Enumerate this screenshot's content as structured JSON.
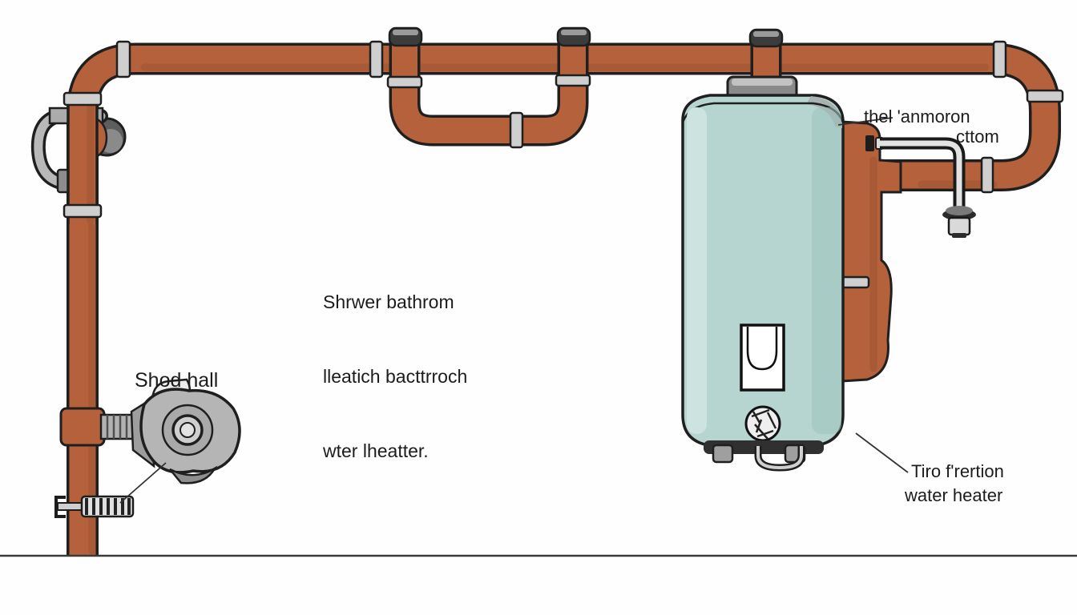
{
  "diagram": {
    "title_hint": "plumbing water heater diagram",
    "labels": {
      "center_note_line1": "Shrwer bathrom",
      "center_note_line2": "lleatich bacttrroch",
      "center_note_line3": "wter lheatter.",
      "valve_label": "Shod hall",
      "top_right_line1": "thel 'anmoron",
      "top_right_line2": "cttom",
      "bottom_right_line1": "Tiro f'rertion",
      "bottom_right_line2": "water heater"
    },
    "icons": {
      "tank": "water-heater-tank",
      "valve": "shower-valve",
      "loop": "heat-trap-pipe-loop",
      "drain": "tpr-drain-pipe"
    },
    "colors": {
      "pipe": "#b5613b",
      "pipe_shade": "#9a4f2e",
      "outline": "#1f1f1f",
      "tank": "#b6d5d1",
      "tank_highlight": "#cde3df",
      "tank_shade": "#9fc2bd",
      "metal": "#b0b0b0",
      "metal_dark": "#4a4a4a",
      "background": "#fefefe",
      "text": "#1c1c1c"
    }
  }
}
